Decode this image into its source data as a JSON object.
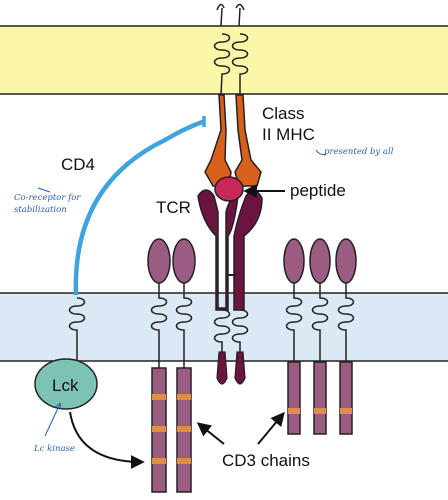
{
  "labels": {
    "class_ii_mhc_line1": "Class",
    "class_ii_mhc_line2": "II MHC",
    "cd4": "CD4",
    "tcr": "TCR",
    "peptide": "peptide",
    "lck": "Lck",
    "cd3_chains": "CD3 chains"
  },
  "notes": {
    "presented_by": "presented by all",
    "coreceptor_line1": "Co-receptor for",
    "coreceptor_line2": "stabilization",
    "lck_kinase": "Lc kinase"
  },
  "colors": {
    "top_membrane": "#fbf6a8",
    "bottom_membrane": "#dbe9f7",
    "mhc": "#d8601c",
    "peptide": "#c8285a",
    "tcr": "#6b1440",
    "cd3": "#9a5c82",
    "cd3_band": "#e08d48",
    "cd4": "#3fa4dd",
    "lck_body": "#7cc3b5",
    "lck_cap": "#2e86c8",
    "note_ink": "#2a5bb5"
  }
}
